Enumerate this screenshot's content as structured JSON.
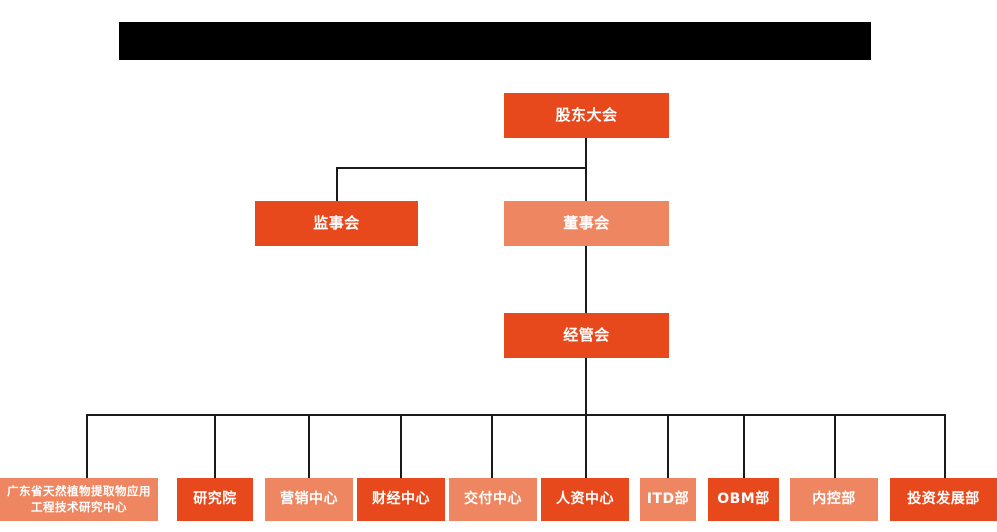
{
  "banner": {
    "name": "redacted-title-banner",
    "text": "",
    "color": "#000000"
  },
  "theme": {
    "background": "#ffffff",
    "accent_dark": "#E8491C",
    "accent_light": "#EE8662",
    "line_color": "#1a1a1a",
    "node_text_color": "#ffffff"
  },
  "chart_data": {
    "type": "org-chart",
    "title": "",
    "levels": [
      {
        "level": 1,
        "nodes": [
          {
            "id": "shareholders",
            "label": "股东大会",
            "tone": "dark"
          }
        ]
      },
      {
        "level": 2,
        "nodes": [
          {
            "id": "supervisors",
            "label": "监事会",
            "tone": "dark"
          },
          {
            "id": "directors",
            "label": "董事会",
            "tone": "light"
          }
        ]
      },
      {
        "level": 3,
        "nodes": [
          {
            "id": "management",
            "label": "经管会",
            "tone": "dark"
          }
        ]
      },
      {
        "level": 4,
        "nodes": [
          {
            "id": "dept-01",
            "label": "广东省天然植物提取物应用工程技术研究中心",
            "tone": "light"
          },
          {
            "id": "dept-02",
            "label": "研究院",
            "tone": "dark"
          },
          {
            "id": "dept-03",
            "label": "营销中心",
            "tone": "light"
          },
          {
            "id": "dept-04",
            "label": "财经中心",
            "tone": "dark"
          },
          {
            "id": "dept-05",
            "label": "交付中心",
            "tone": "light"
          },
          {
            "id": "dept-06",
            "label": "人资中心",
            "tone": "dark"
          },
          {
            "id": "dept-07",
            "label": "ITD部",
            "tone": "light"
          },
          {
            "id": "dept-08",
            "label": "OBM部",
            "tone": "dark"
          },
          {
            "id": "dept-09",
            "label": "内控部",
            "tone": "light"
          },
          {
            "id": "dept-10",
            "label": "投资发展部",
            "tone": "dark"
          }
        ]
      }
    ],
    "edges": [
      {
        "from": "shareholders",
        "to": "supervisors"
      },
      {
        "from": "shareholders",
        "to": "directors"
      },
      {
        "from": "directors",
        "to": "management"
      },
      {
        "from": "management",
        "to": "dept-01"
      },
      {
        "from": "management",
        "to": "dept-02"
      },
      {
        "from": "management",
        "to": "dept-03"
      },
      {
        "from": "management",
        "to": "dept-04"
      },
      {
        "from": "management",
        "to": "dept-05"
      },
      {
        "from": "management",
        "to": "dept-06"
      },
      {
        "from": "management",
        "to": "dept-07"
      },
      {
        "from": "management",
        "to": "dept-08"
      },
      {
        "from": "management",
        "to": "dept-09"
      },
      {
        "from": "management",
        "to": "dept-10"
      }
    ]
  }
}
